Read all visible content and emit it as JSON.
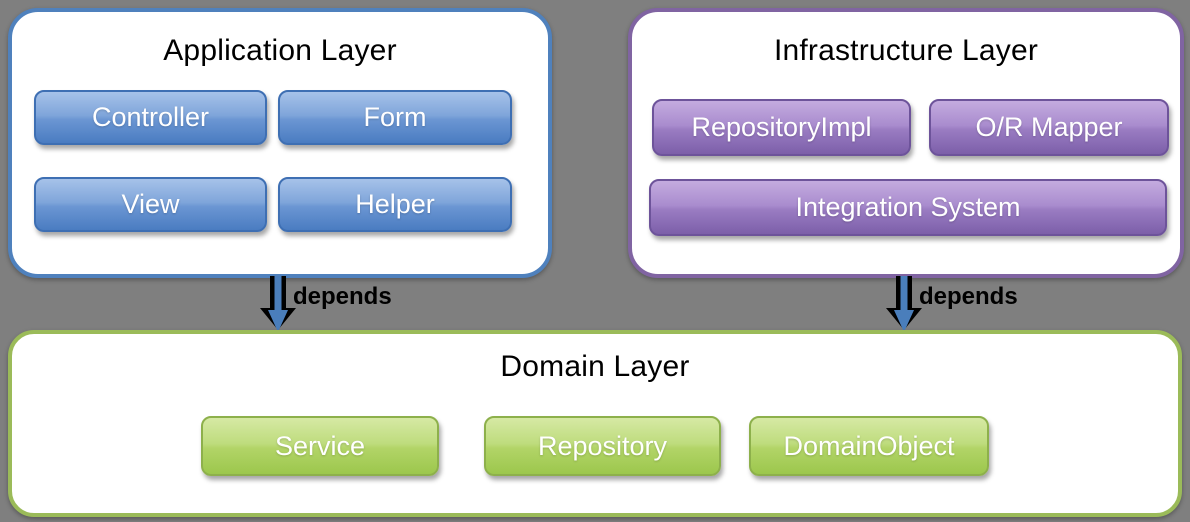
{
  "diagram": {
    "background_color": "#7f7f7f",
    "panels": [
      {
        "id": "application",
        "title": "Application Layer",
        "accent_color": "#4f81bd",
        "node_color": "#5b8bd0",
        "nodes": [
          "Controller",
          "Form",
          "View",
          "Helper"
        ]
      },
      {
        "id": "infrastructure",
        "title": "Infrastructure Layer",
        "accent_color": "#8064a2",
        "node_color": "#9678c0",
        "nodes": [
          "RepositoryImpl",
          "O/R Mapper",
          "Integration System"
        ]
      },
      {
        "id": "domain",
        "title": "Domain Layer",
        "accent_color": "#9bbb59",
        "node_color": "#aed160",
        "nodes": [
          "Service",
          "Repository",
          "DomainObject"
        ]
      }
    ],
    "arrows": [
      {
        "from": "application-layer",
        "to": "domain-layer",
        "label": "depends",
        "color": "#4a7ebb"
      },
      {
        "from": "infrastructure-layer",
        "to": "domain-layer",
        "label": "depends",
        "color": "#4a7ebb"
      }
    ]
  }
}
